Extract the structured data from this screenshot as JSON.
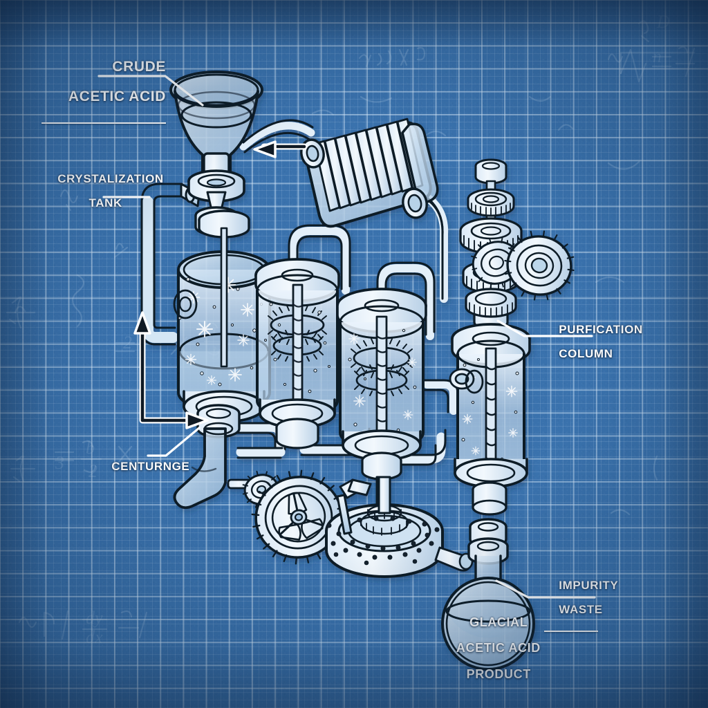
{
  "document": {
    "title": "Glacial Acetic Acid Purification Apparatus — Blueprint",
    "style": "blueprint technical illustration",
    "background_color": "#3a72ad",
    "grid_color": "#d7e8f8",
    "ink_color": "#101a24",
    "glass_color": "#c3dcf0",
    "label_color": "#ffffff"
  },
  "labels": {
    "crude": {
      "line1": "CRUDE",
      "line2": "ACETIC ACID"
    },
    "crystalization": {
      "line1": "CRYSTALIZATION",
      "line2": "TANK"
    },
    "centrifuge": {
      "line1": "CENTURNGE"
    },
    "purification": {
      "line1": "PURFICATION",
      "line2": "COLUMN"
    },
    "impurity": {
      "line1": "IMPURITY",
      "line2": "WASTE"
    },
    "product": {
      "line1": "GLACIAL",
      "line2": "ACETIC ACID",
      "line3": "PRODUCT"
    }
  },
  "components": [
    {
      "name": "feed-funnel",
      "label": "CRUDE ACETIC ACID"
    },
    {
      "name": "crystallization-tank",
      "label": "CRYSTALIZATION TANK"
    },
    {
      "name": "finned-condenser",
      "label": "condenser"
    },
    {
      "name": "reactor-vessel-middle",
      "label": "agitated reactor"
    },
    {
      "name": "reactor-vessel-right",
      "label": "agitated reactor"
    },
    {
      "name": "purification-column",
      "label": "PURFICATION COLUMN"
    },
    {
      "name": "centrifuge-drum",
      "label": "CENTURNGE"
    },
    {
      "name": "gear-stack",
      "label": "drive gear train"
    },
    {
      "name": "spur-gear-large",
      "label": "drive gear"
    },
    {
      "name": "product-flask",
      "label": "GLACIAL ACETIC ACID PRODUCT"
    },
    {
      "name": "impurity-outlet",
      "label": "IMPURITY WASTE"
    }
  ],
  "annotations": {
    "flow_arrow_up": "process flow up",
    "flow_arrow_right": "process flow right",
    "flow_arrow_condenser": "vapour to condenser"
  },
  "background_math": [
    "∫",
    "=",
    "x",
    "½",
    "×",
    "√",
    "∑",
    "dx",
    "∂"
  ]
}
